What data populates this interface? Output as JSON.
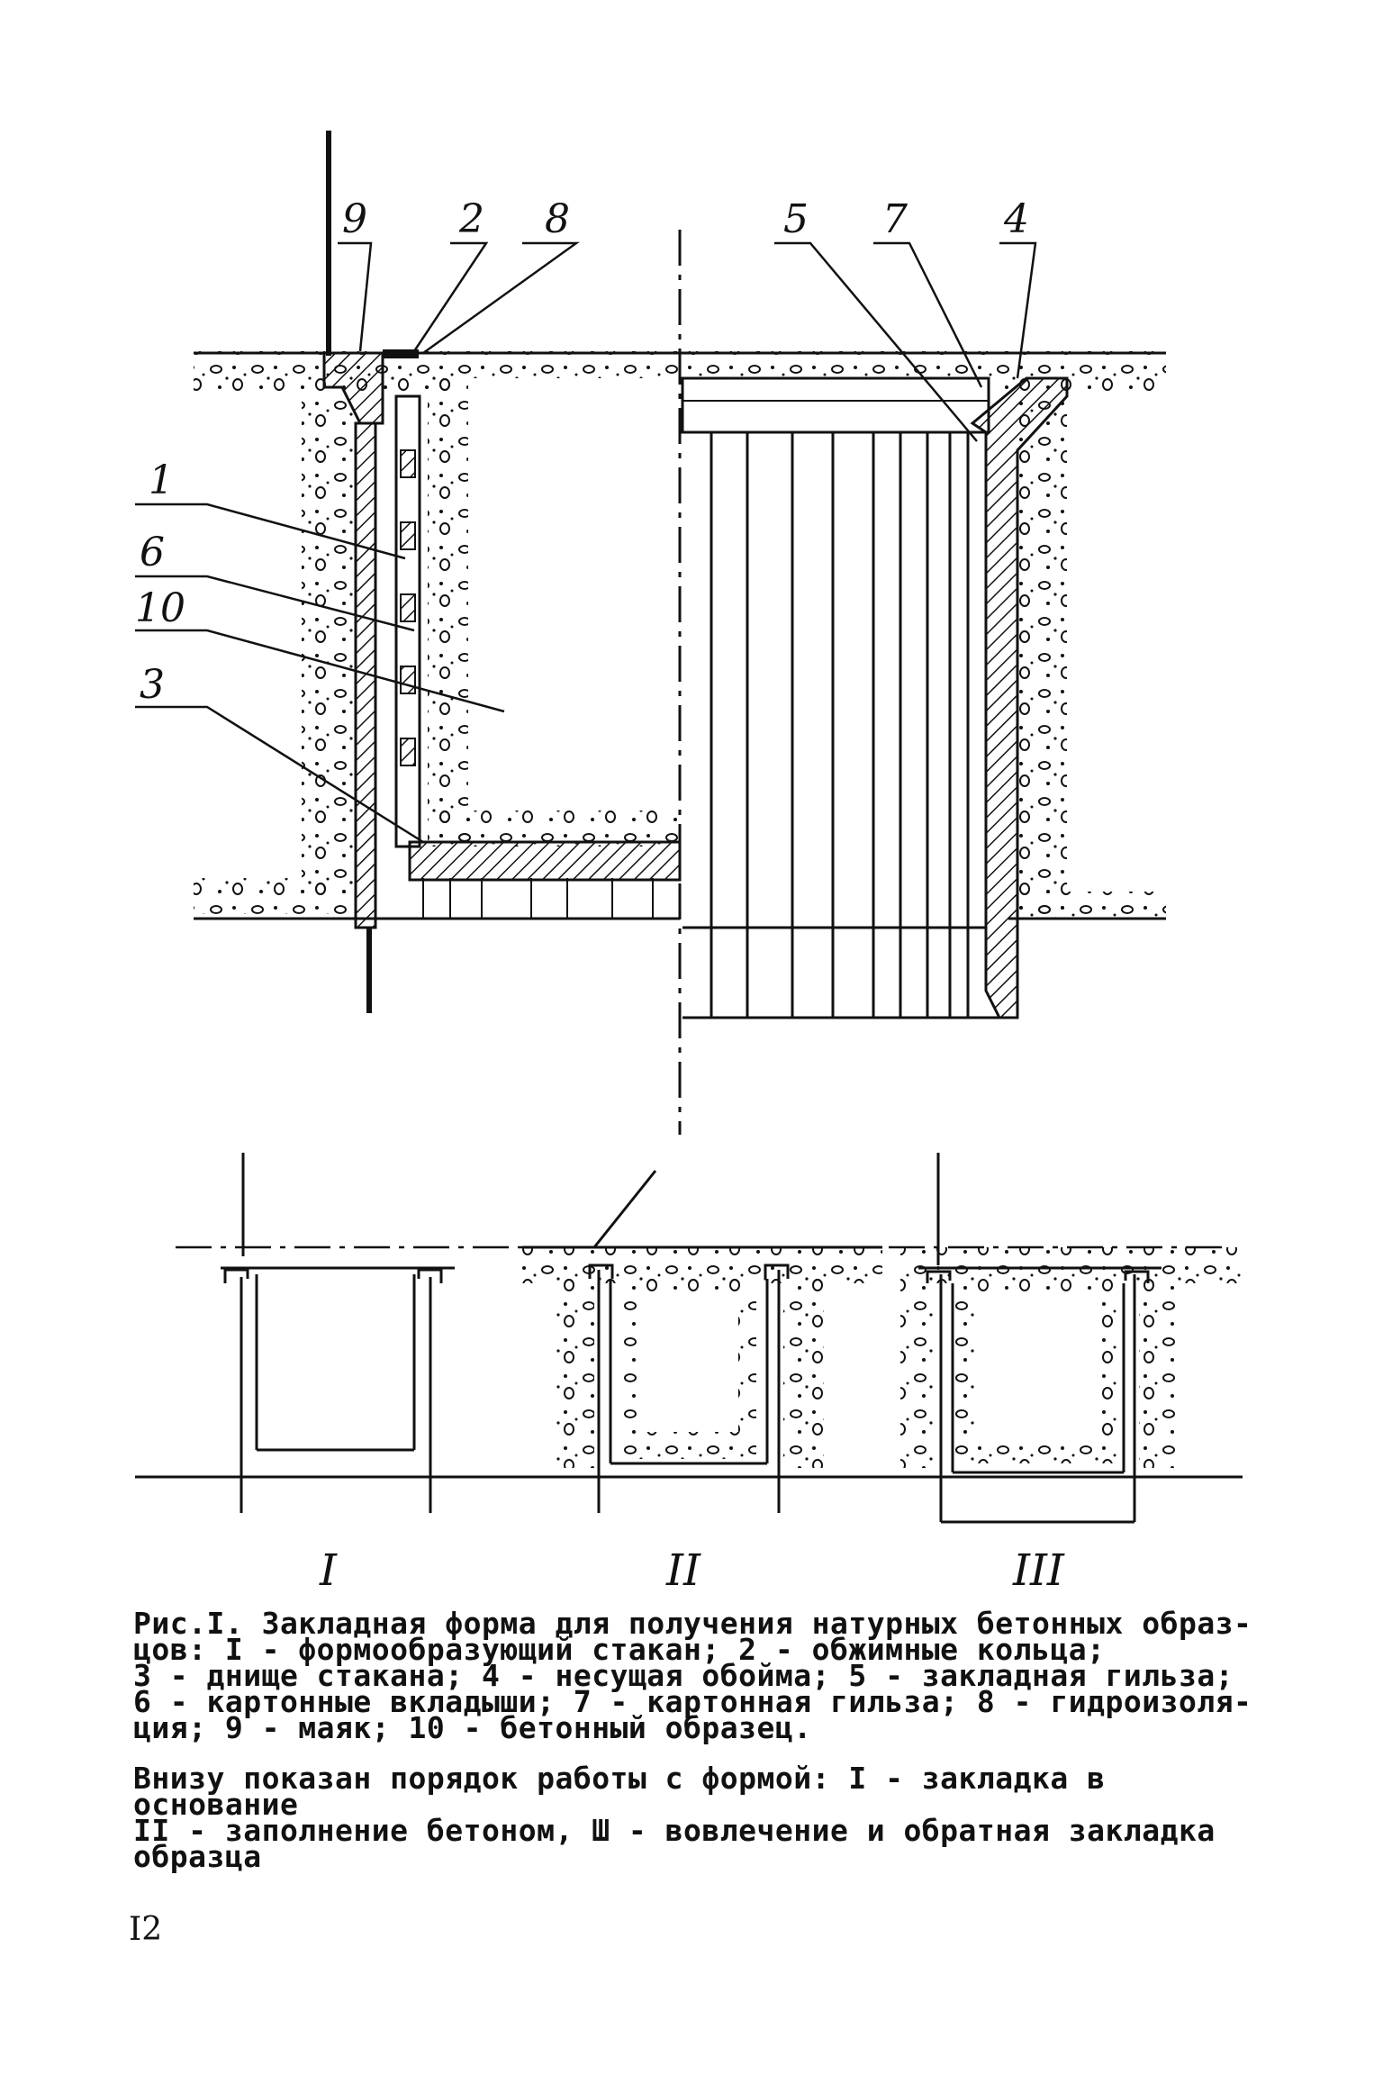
{
  "labels": {
    "l1": "1",
    "l2": "2",
    "l3": "3",
    "l4": "4",
    "l5": "5",
    "l6": "6",
    "l7": "7",
    "l8": "8",
    "l9": "9",
    "l10": "10"
  },
  "stages": {
    "s1": "I",
    "s2": "II",
    "s3": "III"
  },
  "caption": {
    "main": "Рис.I. Закладная форма для получения натурных бетонных образ-\nцов: I - формообразующий стакан; 2 - обжимные кольца;\n3 - днище стакана; 4 - несущая обойма; 5 - закладная гильза;\n6 - картонные вкладыши; 7 - картонная гильза; 8 - гидроизоля-\nция; 9 - маяк; 10 - бетонный образец.",
    "below": "Внизу показан порядок работы с формой: I - закладка в основание\nII - заполнение бетоном, Ш - вовлечение и обратная закладка\n                          образца"
  },
  "page_number": "I2",
  "colors": {
    "ink": "#111111",
    "paper": "#ffffff"
  }
}
